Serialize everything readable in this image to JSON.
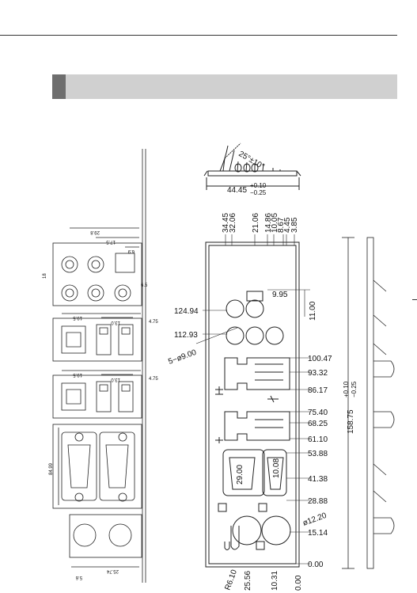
{
  "side_view": {
    "angle": "25°±10°",
    "width_dim": "44.45",
    "tol_plus": "+0.10",
    "tol_minus": "−0.25"
  },
  "top_dims": [
    "34.45",
    "32.06",
    "21.06",
    "14.86",
    "10.05",
    "8.67",
    "4.45",
    "3.85"
  ],
  "right_dims": [
    "100.47",
    "93.32",
    "86.17",
    "75.40",
    "68.25",
    "61.10",
    "53.88",
    "41.38",
    "28.88",
    "15.14",
    "0.00"
  ],
  "left_dims": {
    "d1": "124.94",
    "d2": "112.93",
    "holes": "5−ø9.00"
  },
  "inner_dims": {
    "a": "9.95",
    "b": "11.00",
    "c": "29.00",
    "d": "10.08",
    "e": "ø12.20"
  },
  "bottom_dims": [
    "R6.10",
    "25.56",
    "10.31",
    "0.00"
  ],
  "overall": {
    "height": "158.75",
    "tol_plus": "+0.10",
    "tol_minus": "−0.25"
  },
  "small_dims": [
    "29.8",
    "17.5",
    "6.9",
    "18",
    "6.5",
    "19.5",
    "13.0",
    "4.75",
    "19.5",
    "13.0",
    "4.75",
    "84.99",
    "25.74",
    "5.6"
  ]
}
